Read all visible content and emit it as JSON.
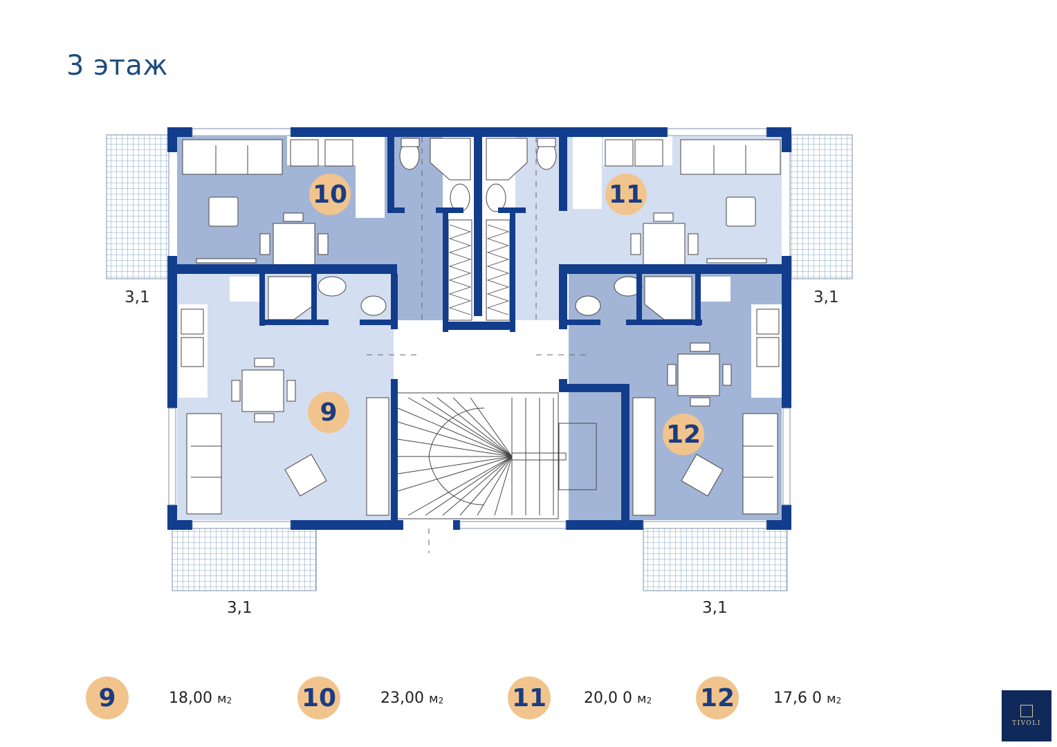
{
  "title": "3 этаж",
  "balcony_dimensions": {
    "top_left": "3,1",
    "top_right": "3,1",
    "bottom_left": "3,1",
    "bottom_right": "3,1"
  },
  "units": [
    {
      "number": "9",
      "area_value": "18,00",
      "area_unit": "м",
      "area_unit_exp": "2"
    },
    {
      "number": "10",
      "area_value": "23,00",
      "area_unit": "м",
      "area_unit_exp": "2"
    },
    {
      "number": "11",
      "area_value": "20,0 0",
      "area_unit": "м",
      "area_unit_exp": "2"
    },
    {
      "number": "12",
      "area_value": "17,6 0",
      "area_unit": "м",
      "area_unit_exp": "2"
    }
  ],
  "logo": {
    "text": "TIVOLI"
  },
  "colors": {
    "wall": "#123d8c",
    "unit_dark": "#a3b5d6",
    "unit_light": "#d3def0",
    "badge": "#f2c48d",
    "badge_text": "#1b3c80",
    "title": "#1c4b7c"
  }
}
